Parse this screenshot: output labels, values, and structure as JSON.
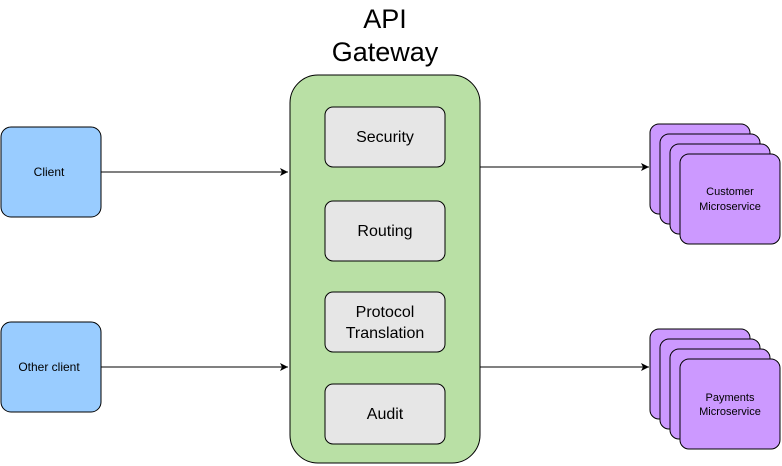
{
  "gateway": {
    "title_line1": "API",
    "title_line2": "Gateway",
    "fill": "#b9e0a5",
    "stroke": "#000000",
    "modules": [
      {
        "line1": "Security",
        "line2": ""
      },
      {
        "line1": "Routing",
        "line2": ""
      },
      {
        "line1": "Protocol",
        "line2": "Translation"
      },
      {
        "line1": "Audit",
        "line2": ""
      }
    ],
    "module_fill": "#e6e6e6"
  },
  "clients": [
    {
      "label": "Client"
    },
    {
      "label": "Other client"
    }
  ],
  "client_fill": "#99ccff",
  "services": [
    {
      "line1": "Customer",
      "line2": "Microservice"
    },
    {
      "line1": "Payments",
      "line2": "Microservice"
    }
  ],
  "service_fill": "#cc99ff"
}
